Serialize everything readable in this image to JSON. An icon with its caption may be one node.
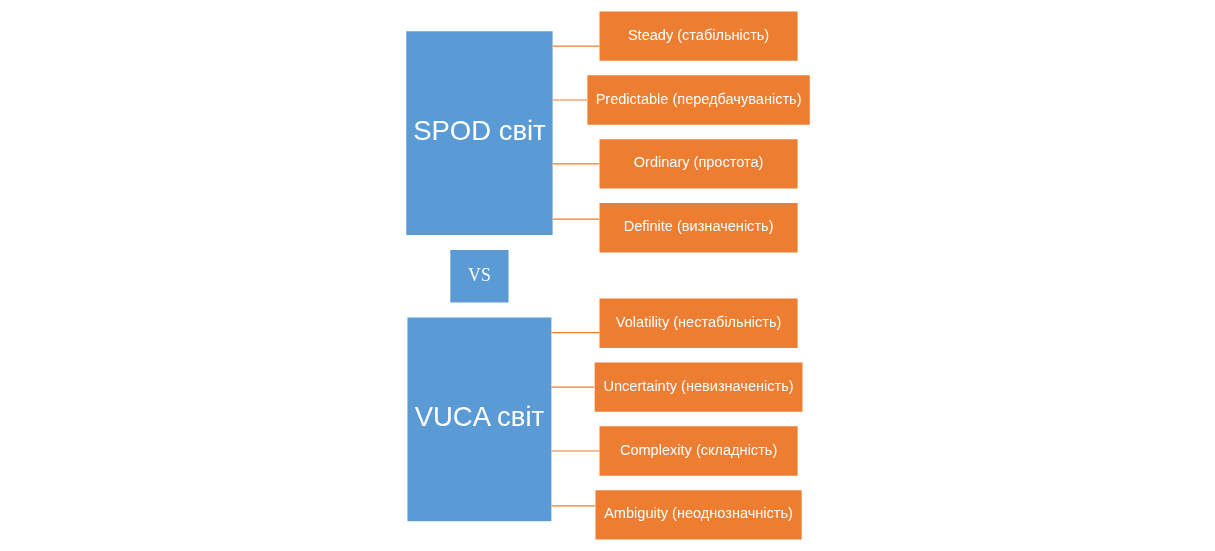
{
  "diagram": {
    "nodes": [
      {
        "text": [
          "VUCA світ"
        ]
      },
      {
        "text": [
          "Volatility (нестабільність)"
        ]
      },
      {
        "text": [
          "Uncertainty (невизначеність)"
        ]
      },
      {
        "text": [
          "Complexity (складність)"
        ]
      },
      {
        "text": [
          "Ambiguity (неоднозначність)"
        ]
      },
      {
        "text": [
          "VS"
        ]
      },
      {
        "text": [
          "SPOD світ"
        ]
      },
      {
        "text": [
          "Steady (стабільність)"
        ]
      },
      {
        "text": [
          "Predictable (передбачуваність)"
        ]
      },
      {
        "text": [
          "Ordinary (простота)"
        ]
      },
      {
        "text": [
          "Definite (визначеність)"
        ]
      }
    ],
    "edges": [
      {
        "from": 0,
        "to": 1,
        "arrow": "none"
      },
      {
        "from": 0,
        "to": 2,
        "arrow": "none"
      },
      {
        "from": 0,
        "to": 3,
        "arrow": "none"
      },
      {
        "from": 0,
        "to": 4,
        "arrow": "none"
      },
      {
        "from": 6,
        "to": 7,
        "arrow": "none"
      },
      {
        "from": 6,
        "to": 8,
        "arrow": "none"
      },
      {
        "from": 6,
        "to": 9,
        "arrow": "none"
      },
      {
        "from": 6,
        "to": 10,
        "arrow": "none"
      }
    ]
  }
}
